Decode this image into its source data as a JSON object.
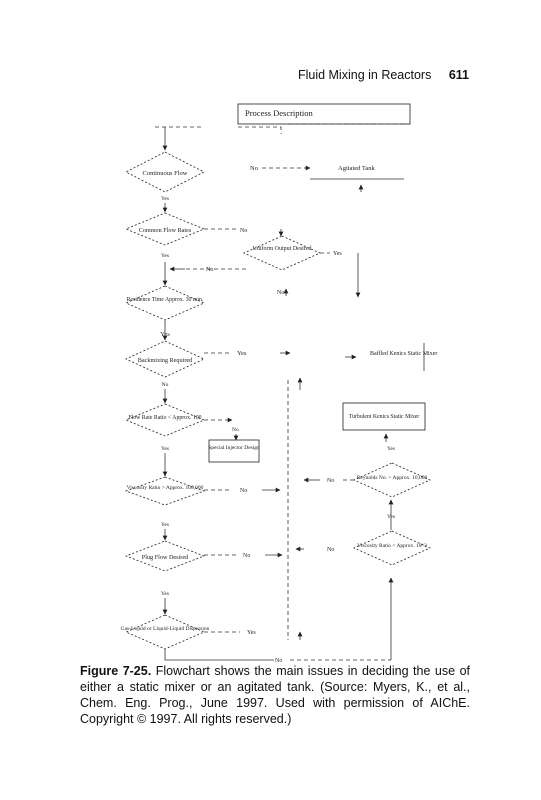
{
  "header": {
    "title": "Fluid Mixing in Reactors",
    "page_number": "611"
  },
  "flowchart": {
    "process_description": "Process Description",
    "continuous_flow": "Continuous Flow",
    "agitated_tank": "Agitated Tank",
    "common_flow_rates": "Common Flow Rates",
    "uniform_output": "Uniform Output Desired",
    "residence_time": "Residence Time Approx. 30 min.",
    "backmixing": "Backmixing Required",
    "baffled_static": "Baffled Kenics Static Mixer",
    "flow_rate_ratio": "Flow Rate Ratio < Approx. 100",
    "special_injector": "Special Injector Design",
    "turbulent_static": "Turbulent Kenics Static Mixer",
    "viscosity_ratio_large": "Viscosity Ratio > Approx. 100,000",
    "reynolds": "Reynolds No. > Approx. 10,000",
    "plug_flow": "Plug Flow Desired",
    "viscosity_ratio_small": "Viscosity Ratio < Approx. 10^3",
    "gas_liquid": "Gas-Liquid or Liquid-Liquid Dispersion",
    "yes": "Yes",
    "no": "No"
  },
  "caption": {
    "figure_label": "Figure 7-25.",
    "text": "Flowchart shows the main issues in deciding the use of either a static mixer or an agitated tank. (Source: Myers, K., et al., Chem. Eng. Prog., June 1997. Used with permission of AIChE. Copyright © 1997. All rights reserved.)"
  }
}
